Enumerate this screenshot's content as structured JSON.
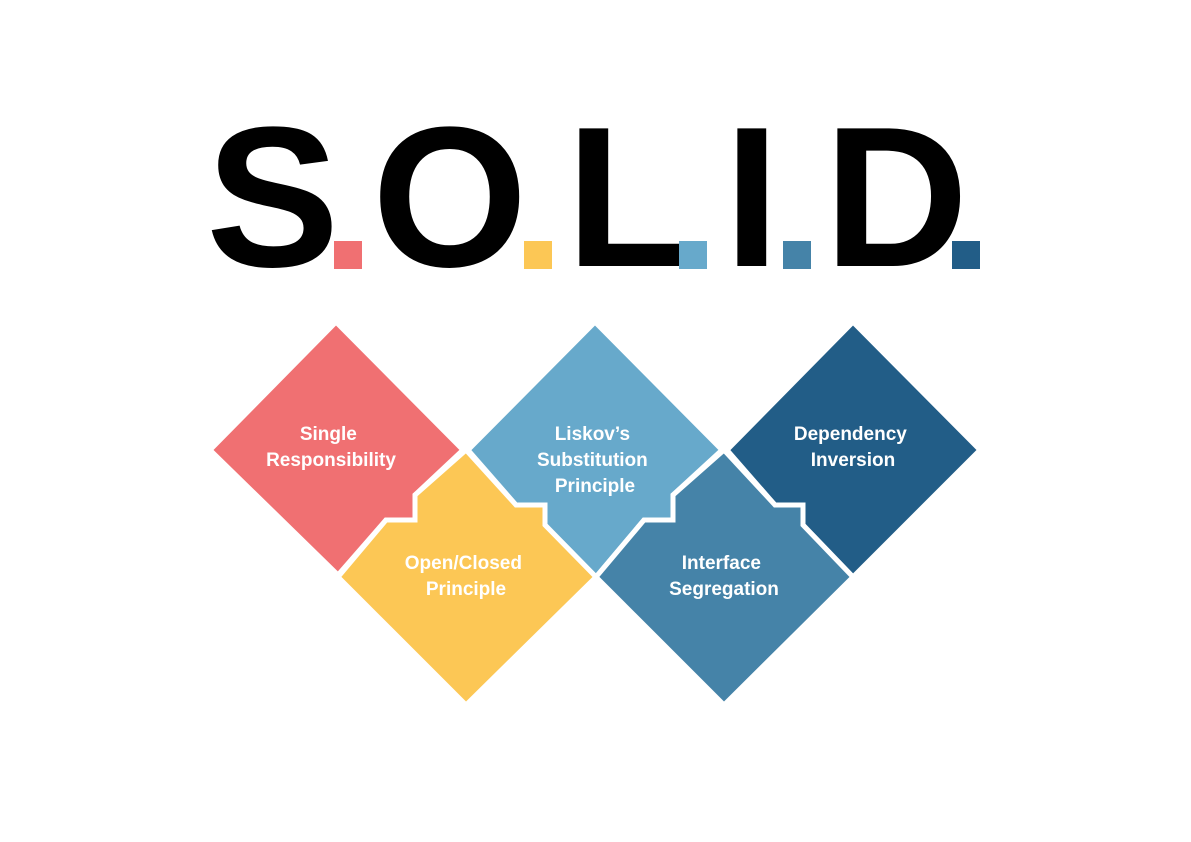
{
  "title": {
    "letters": [
      "S",
      "O",
      "L",
      "I",
      "D"
    ],
    "dot_colors": [
      "#f07072",
      "#fcc755",
      "#67a9cb",
      "#4583a8",
      "#225d87"
    ]
  },
  "principles": [
    {
      "key": "S",
      "lines": [
        "Single",
        "Responsibility"
      ],
      "color": "#f07072"
    },
    {
      "key": "O",
      "lines": [
        "Open/Closed",
        "Principle"
      ],
      "color": "#fcc755"
    },
    {
      "key": "L",
      "lines": [
        "Liskov’s",
        "Substitution",
        "Principle"
      ],
      "color": "#67a9cb"
    },
    {
      "key": "I",
      "lines": [
        "Interface",
        "Segregation"
      ],
      "color": "#4583a8"
    },
    {
      "key": "D",
      "lines": [
        "Dependency",
        "Inversion"
      ],
      "color": "#225d87"
    }
  ],
  "colors": {
    "background": "#ffffff",
    "title_text": "#000000",
    "separator": "#ffffff"
  }
}
